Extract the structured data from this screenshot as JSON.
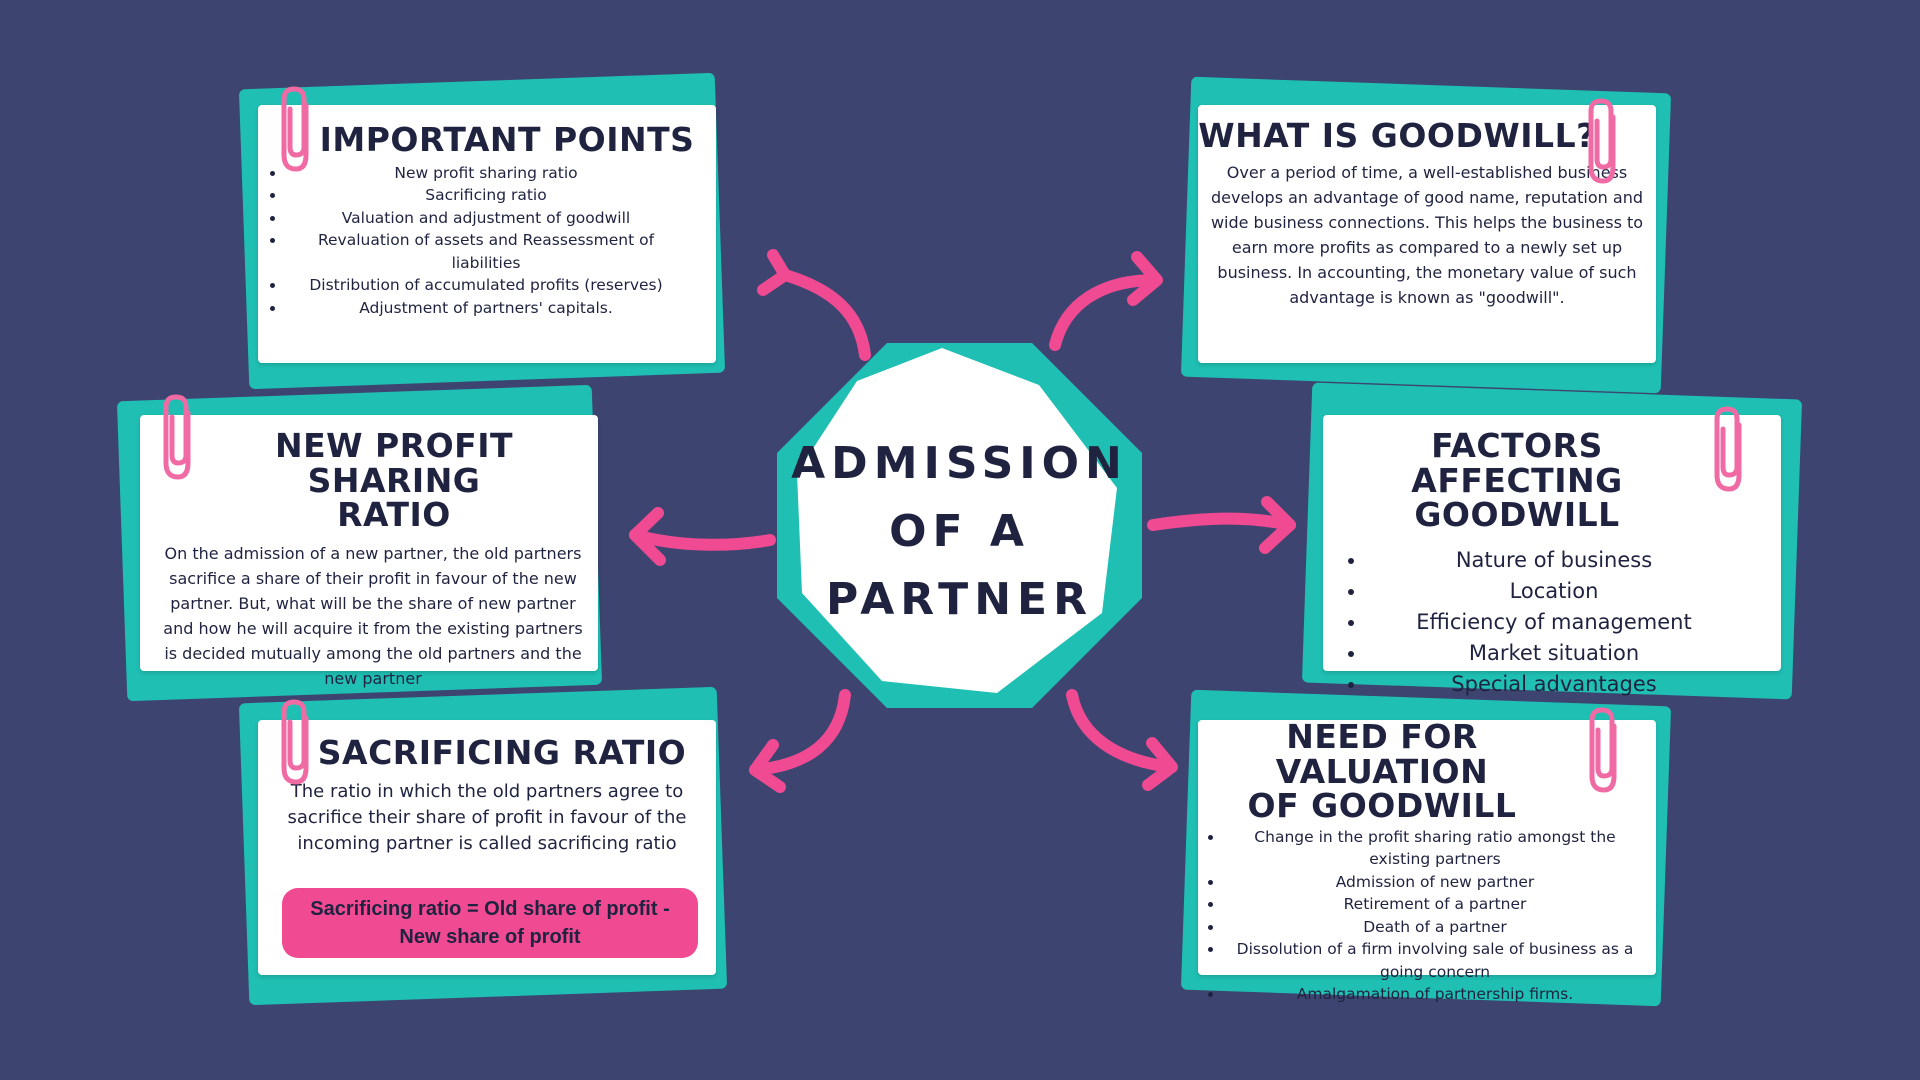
{
  "center": {
    "line1": "ADMISSION",
    "line2": "OF A",
    "line3": "PARTNER"
  },
  "important_points": {
    "title": "IMPORTANT POINTS",
    "items": [
      "New profit sharing ratio",
      "Sacrificing ratio",
      "Valuation and adjustment of goodwill",
      "Revaluation of assets and Reassessment of liabilities",
      "Distribution of accumulated profits (reserves)",
      "Adjustment of partners' capitals."
    ]
  },
  "what_is_goodwill": {
    "title": "WHAT IS GOODWILL?",
    "text": "Over a period of time, a well-established business develops an advantage of good name, reputation and wide business connections. This helps the business to earn more profits as compared to a newly set up business. In accounting, the monetary value of such advantage is known as \"goodwill\"."
  },
  "new_profit_sharing_ratio": {
    "title_line1": "NEW PROFIT SHARING",
    "title_line2": "RATIO",
    "text": "On the admission of a new partner, the old partners sacrifice a share of their profit in favour of the new partner. But, what will be the share of new partner and how he will acquire it from the existing partners is decided mutually among the old partners and the new partner"
  },
  "factors_affecting_goodwill": {
    "title_line1": "FACTORS AFFECTING",
    "title_line2": "GOODWILL",
    "items": [
      "Nature of business",
      "Location",
      "Efficiency of management",
      "Market situation",
      "Special advantages"
    ]
  },
  "sacrificing_ratio": {
    "title": "SACRIFICING RATIO",
    "text": "The ratio in which the old partners agree to sacrifice their share of profit in favour of the incoming partner is called sacrificing ratio",
    "formula_line1": "Sacrificing ratio = Old share of profit -",
    "formula_line2": "New share of profit"
  },
  "need_for_valuation": {
    "title_line1": "NEED FOR VALUATION",
    "title_line2": "OF GOODWILL",
    "items": [
      "Change in the profit sharing ratio amongst the existing partners",
      "Admission of new partner",
      "Retirement of a partner",
      "Death of a partner",
      "Dissolution of a firm involving sale of business as a going concern",
      "Amalgamation of partnership firms."
    ]
  },
  "colors": {
    "background": "#3d4470",
    "teal": "#1fbfb3",
    "pink": "#f04b92",
    "text": "#1f2340"
  }
}
